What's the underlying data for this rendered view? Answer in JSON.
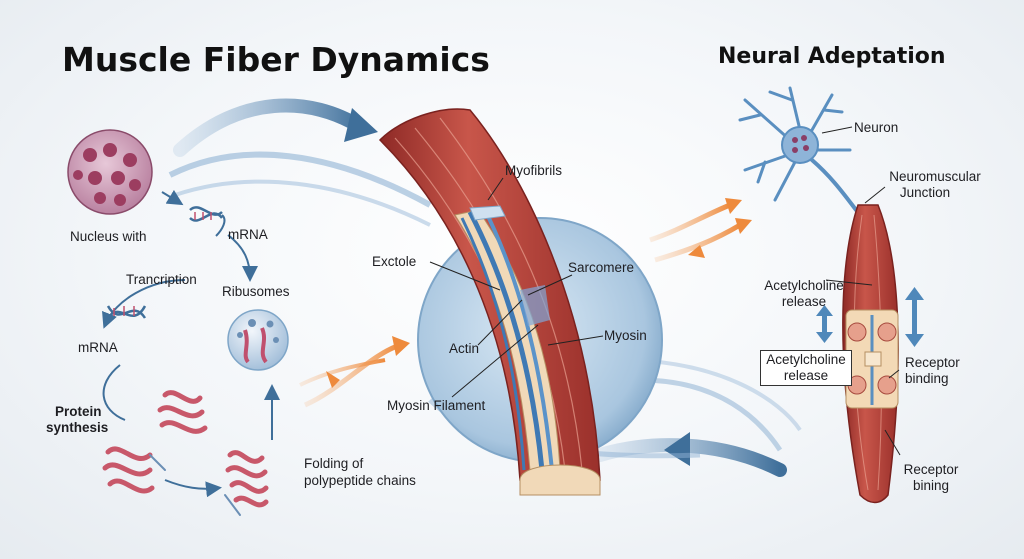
{
  "titles": {
    "main": "Muscle Fiber Dynamics",
    "neural": "Neural Adeptation"
  },
  "labels": {
    "nucleus": "Nucleus with",
    "mrna_top": "mRNA",
    "transcription": "Trancription",
    "ribosomes": "Ribusomes",
    "mrna_left": "mRNA",
    "protein_synthesis_1": "Protein",
    "protein_synthesis_2": "synthesis",
    "folding_1": "Folding of",
    "folding_2": "polypeptide chains",
    "myofibrils": "Myofibrils",
    "exctole": "Exctole",
    "sarcomere": "Sarcomere",
    "actin": "Actin",
    "myosin": "Myosin",
    "myosin_filament": "Myosin Filament",
    "neuron": "Neuron",
    "nmj_1": "Neuromuscular",
    "nmj_2": "Junction",
    "ach_release_a_1": "Acetylcholine",
    "ach_release_a_2": "release",
    "ach_release_b_1": "Acetylcholine",
    "ach_release_b_2": "release",
    "receptor_binding_1": "Receptor",
    "receptor_binding_2": "binding",
    "receptor_bining_1": "Receptor",
    "receptor_bining_2": "bining"
  },
  "colors": {
    "flow_arrow_blue": "#3f6f9a",
    "flow_arrow_orange": "#f0a060",
    "muscle_red": "#b8463c",
    "neuron_blue": "#5a8fc0",
    "organelle_purple": "#a0506e"
  }
}
